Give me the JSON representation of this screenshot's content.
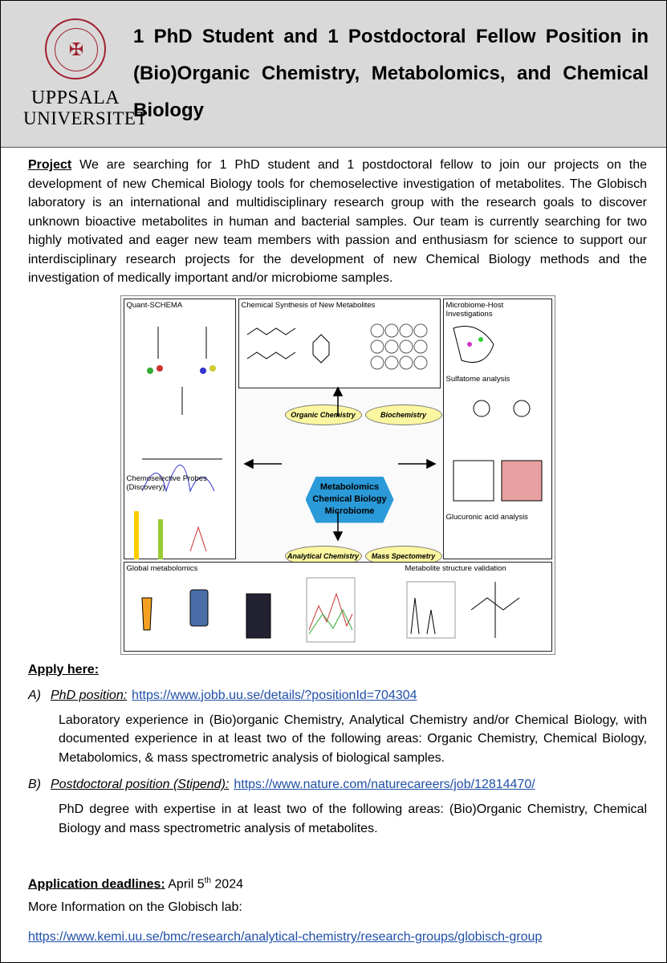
{
  "header": {
    "logo_line1": "UPPSALA",
    "logo_line2": "UNIVERSITET",
    "title": "1 PhD Student and 1 Postdoctoral Fellow Position in (Bio)Organic Chemistry, Metabolomics, and Chemical Biology"
  },
  "project": {
    "label": "Project",
    "text": "We are searching for 1 PhD student and 1 postdoctoral fellow to join our projects on the development of new Chemical Biology tools for chemoselective investigation of metabolites. The Globisch laboratory is an international and multidisciplinary research group with the research goals to discover unknown bioactive metabolites in human and bacterial samples. Our team is currently searching for two highly motivated and eager new team members with passion and enthusiasm for science to support our interdisciplinary research projects for the development of new Chemical Biology methods and the investigation of medically important and/or microbiome samples."
  },
  "figure": {
    "panels": {
      "quant": "Quant-SCHEMA",
      "probes": "Chemoselective Probes (Discovery)",
      "synthesis": "Chemical Synthesis of New Metabolites",
      "microbiome": "Microbiome-Host Investigations",
      "sulfatome": "Sulfatome analysis",
      "glucuronic": "Glucuronic acid analysis",
      "global": "Global metabolomics",
      "validation": "Metabolite structure validation"
    },
    "center_line1": "Metabolomics",
    "center_line2": "Chemical Biology",
    "center_line3": "Microbiome",
    "bubbles": {
      "organic": "Organic Chemistry",
      "biochem": "Biochemistry",
      "analytical": "Analytical Chemistry",
      "mass": "Mass Spectometry"
    }
  },
  "apply": {
    "heading": "Apply here:",
    "phd": {
      "marker": "A)",
      "label": "PhD position:",
      "url": "https://www.jobb.uu.se/details/?positionId=704304",
      "description": "Laboratory experience in (Bio)organic Chemistry, Analytical Chemistry and/or Chemical Biology, with documented experience in at least two of the following areas: Organic Chemistry, Chemical Biology, Metabolomics, & mass spectrometric analysis of biological samples."
    },
    "postdoc": {
      "marker": "B)",
      "label": "Postdoctoral position (Stipend):",
      "url": "https://www.nature.com/naturecareers/job/12814470/",
      "description": "PhD degree with expertise in at least two of the following areas: (Bio)Organic Chemistry, Chemical Biology and mass spectrometric analysis of metabolites."
    }
  },
  "deadline": {
    "label": "Application deadlines:",
    "value": "April 5",
    "sup": "th",
    "year": "2024"
  },
  "more_info": "More Information on the Globisch lab:",
  "lab_url": "https://www.kemi.uu.se/bmc/research/analytical-chemistry/research-groups/globisch-group",
  "colors": {
    "link": "#1f4fa8",
    "header_bg": "#d9d9d9",
    "hex": "#2a9ad8",
    "bubble": "#fbf6a0",
    "seal": "#a02030"
  }
}
